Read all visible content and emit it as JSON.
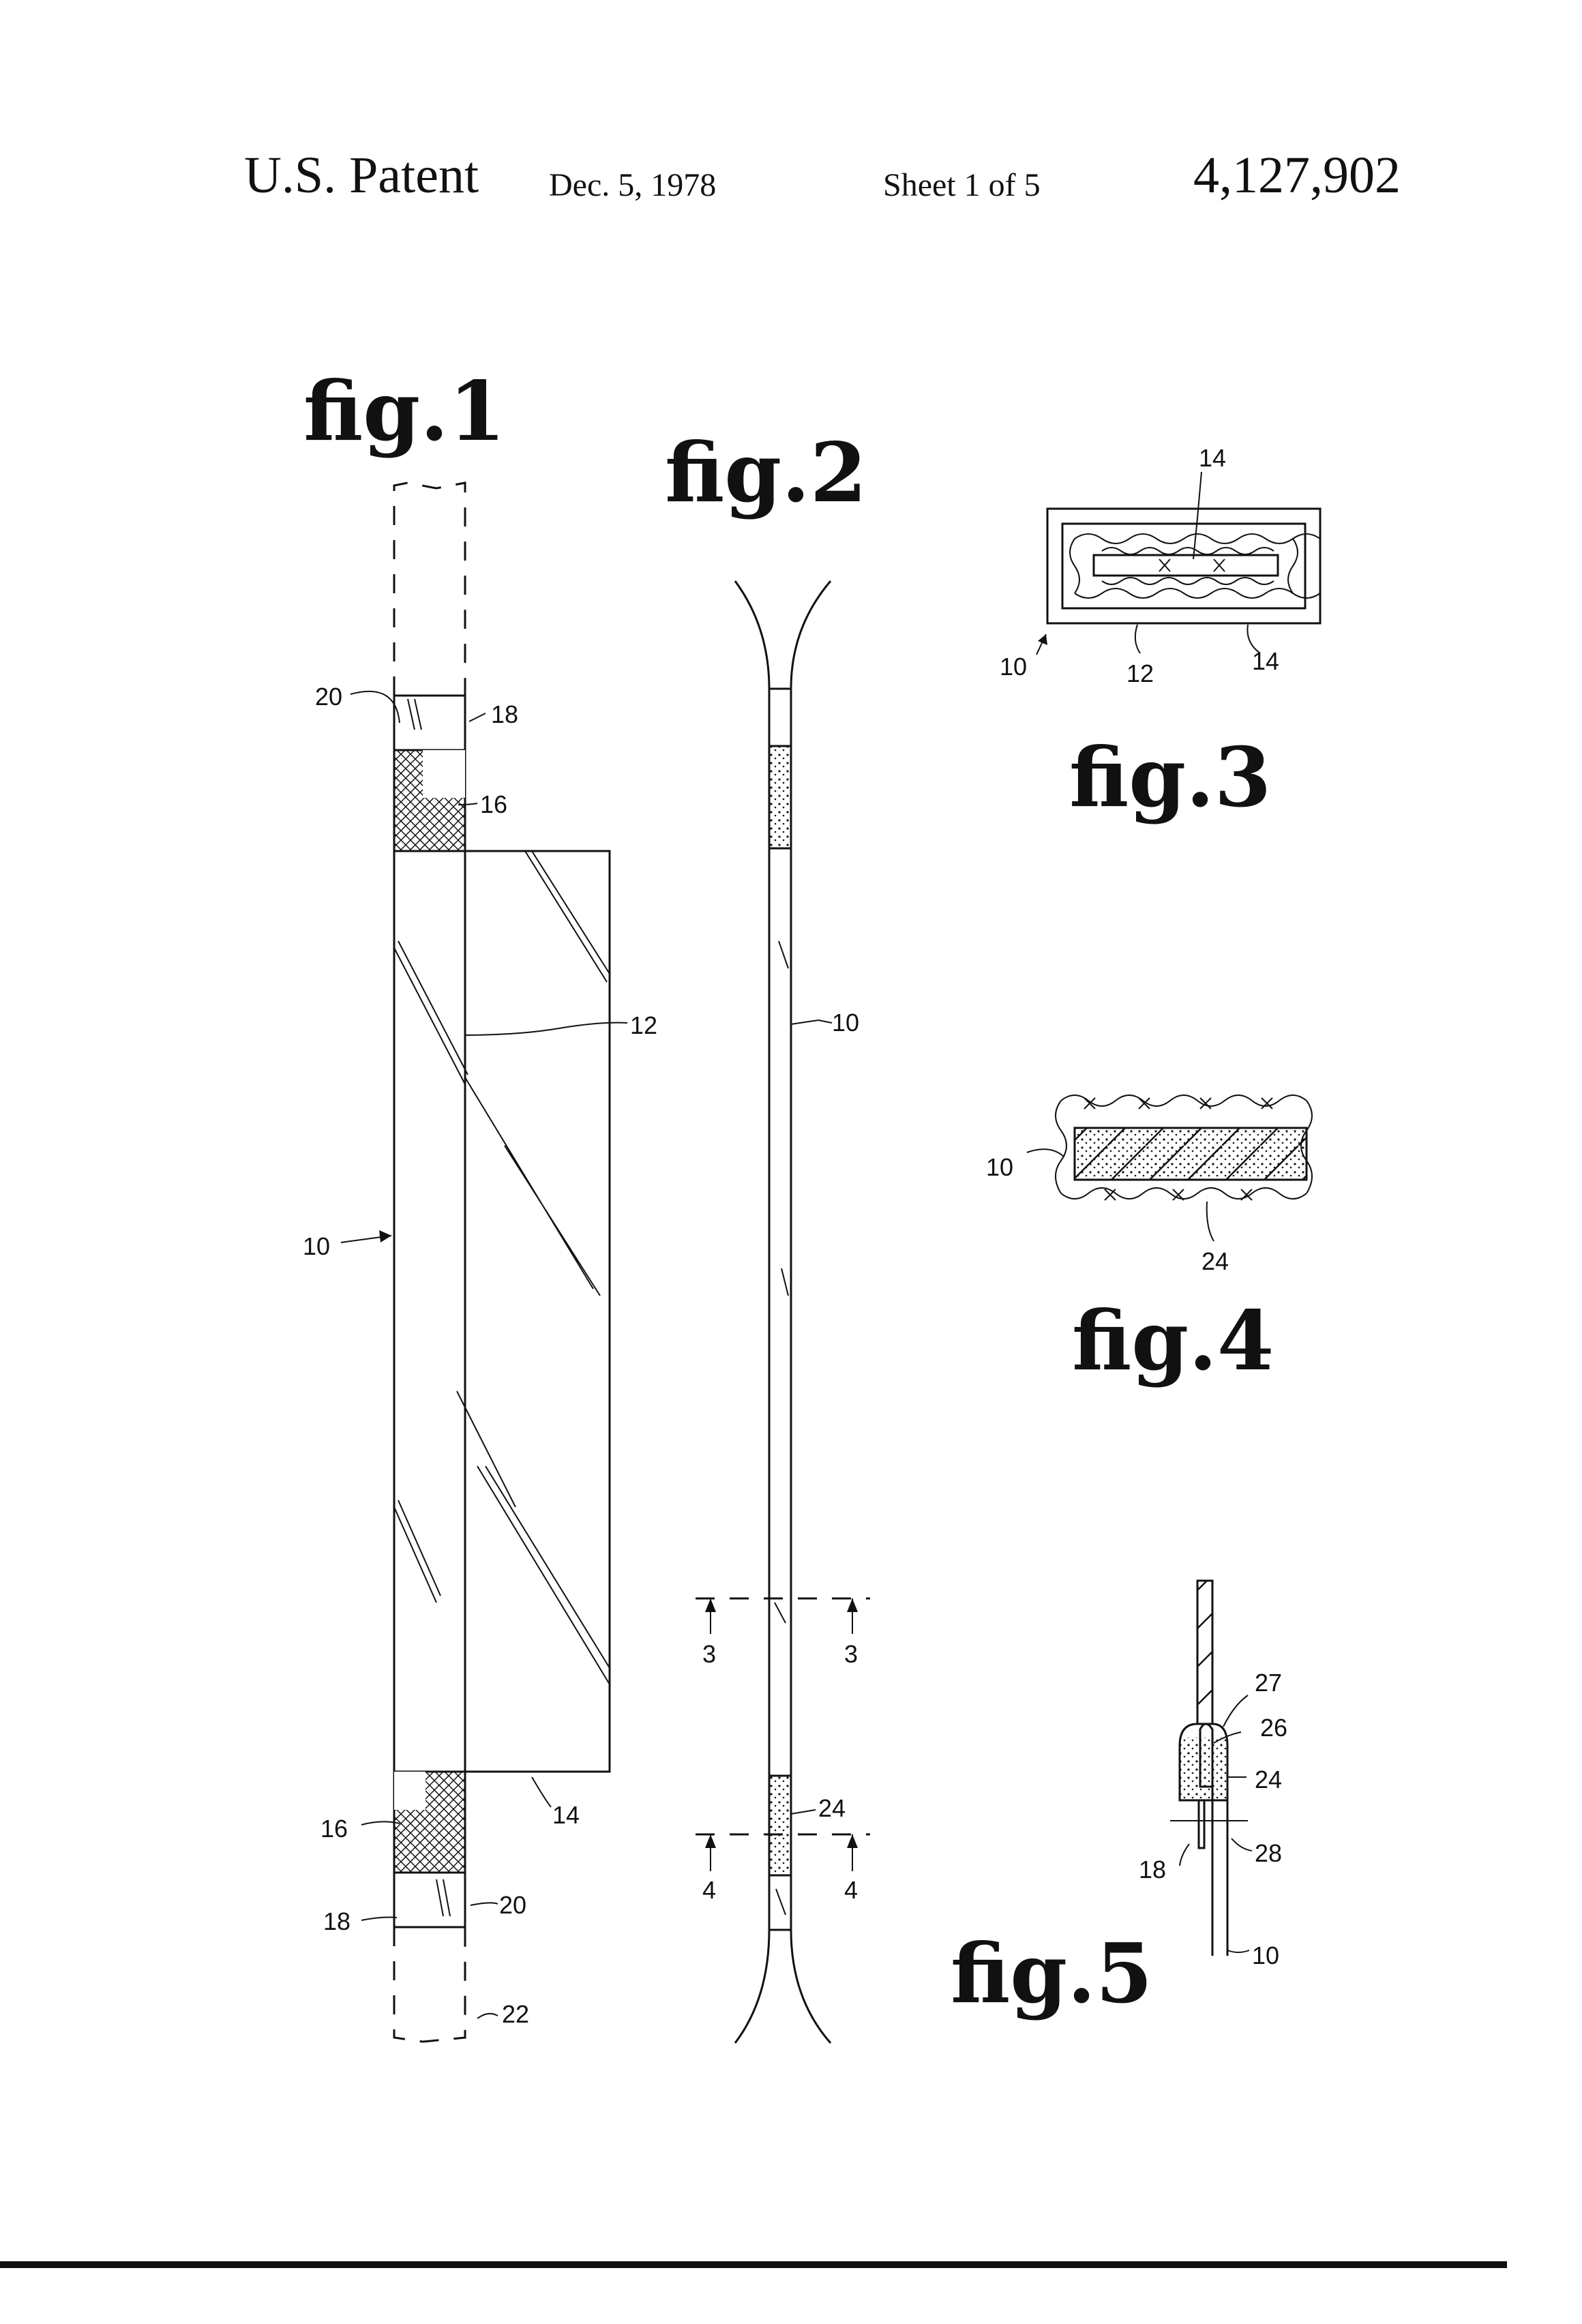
{
  "header": {
    "title": "U.S. Patent",
    "date": "Dec. 5, 1978",
    "sheet": "Sheet 1 of 5",
    "patent_number": "4,127,902"
  },
  "figures": {
    "fig1": "fig.1",
    "fig2": "fig.2",
    "fig3": "fig.3",
    "fig4": "fig.4",
    "fig5": "fig.5"
  },
  "refs": {
    "r10": "10",
    "r12": "12",
    "r14": "14",
    "r16": "16",
    "r18": "18",
    "r20": "20",
    "r22": "22",
    "r24": "24",
    "r26": "26",
    "r27": "27",
    "r28": "28",
    "s3": "3",
    "s4": "4"
  }
}
